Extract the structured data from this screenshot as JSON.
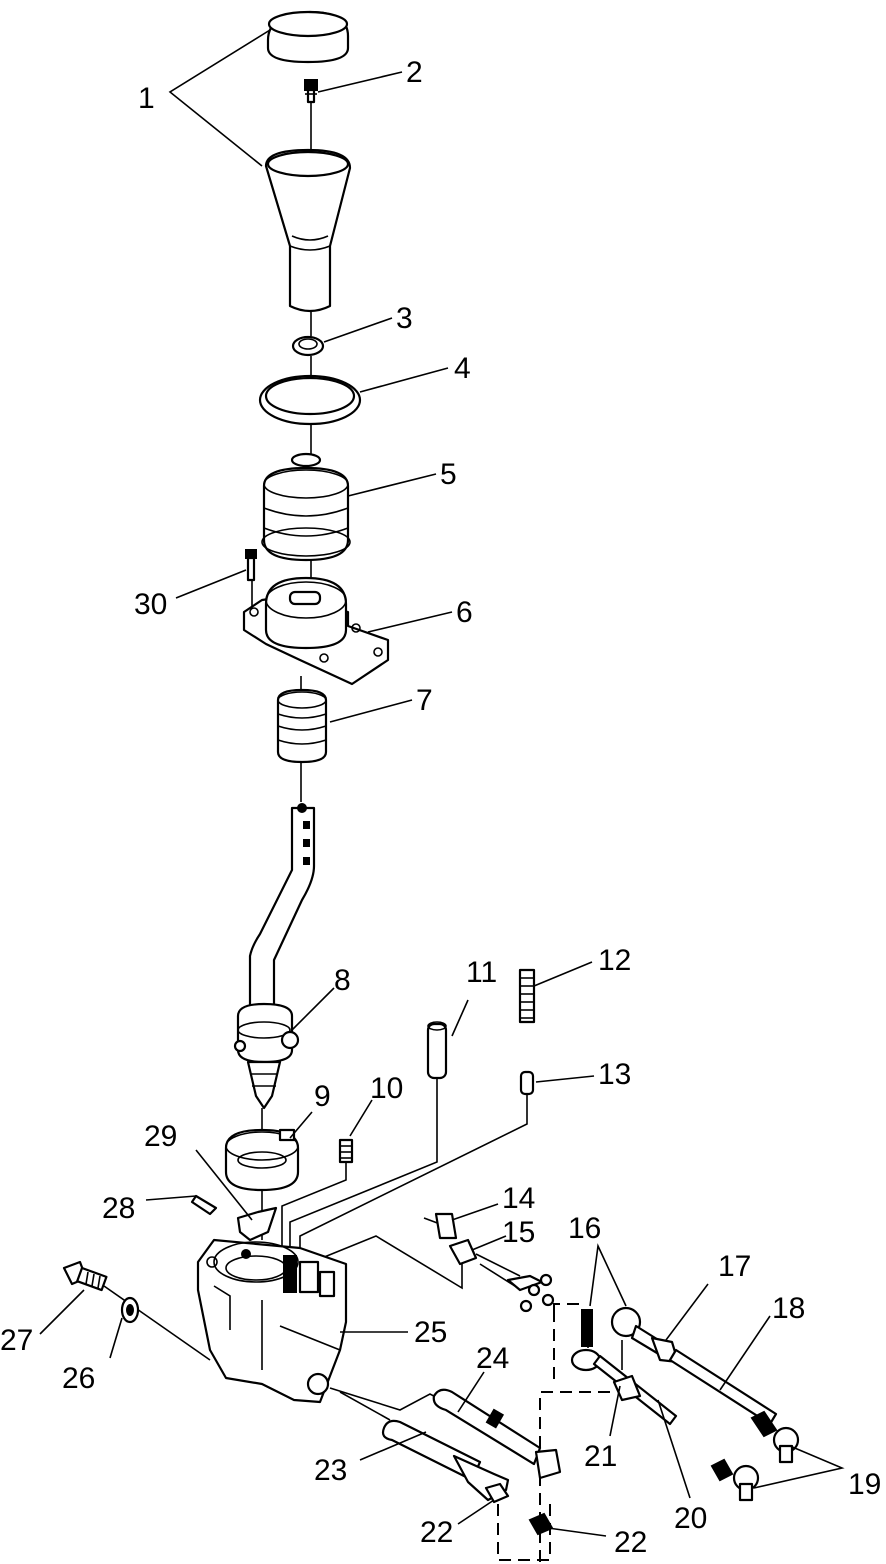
{
  "callouts": [
    {
      "id": "c1",
      "text": "1"
    },
    {
      "id": "c2",
      "text": "2"
    },
    {
      "id": "c3",
      "text": "3"
    },
    {
      "id": "c4",
      "text": "4"
    },
    {
      "id": "c5",
      "text": "5"
    },
    {
      "id": "c6",
      "text": "6"
    },
    {
      "id": "c7",
      "text": "7"
    },
    {
      "id": "c8",
      "text": "8"
    },
    {
      "id": "c9",
      "text": "9"
    },
    {
      "id": "c10",
      "text": "10"
    },
    {
      "id": "c11",
      "text": "11"
    },
    {
      "id": "c12",
      "text": "12"
    },
    {
      "id": "c13",
      "text": "13"
    },
    {
      "id": "c14",
      "text": "14"
    },
    {
      "id": "c15",
      "text": "15"
    },
    {
      "id": "c16",
      "text": "16"
    },
    {
      "id": "c17",
      "text": "17"
    },
    {
      "id": "c18",
      "text": "18"
    },
    {
      "id": "c19",
      "text": "19"
    },
    {
      "id": "c20",
      "text": "20"
    },
    {
      "id": "c21",
      "text": "21"
    },
    {
      "id": "c22a",
      "text": "22"
    },
    {
      "id": "c22b",
      "text": "22"
    },
    {
      "id": "c23",
      "text": "23"
    },
    {
      "id": "c24",
      "text": "24"
    },
    {
      "id": "c25",
      "text": "25"
    },
    {
      "id": "c26",
      "text": "26"
    },
    {
      "id": "c27",
      "text": "27"
    },
    {
      "id": "c28",
      "text": "28"
    },
    {
      "id": "c29",
      "text": "29"
    },
    {
      "id": "c30",
      "text": "30"
    }
  ]
}
